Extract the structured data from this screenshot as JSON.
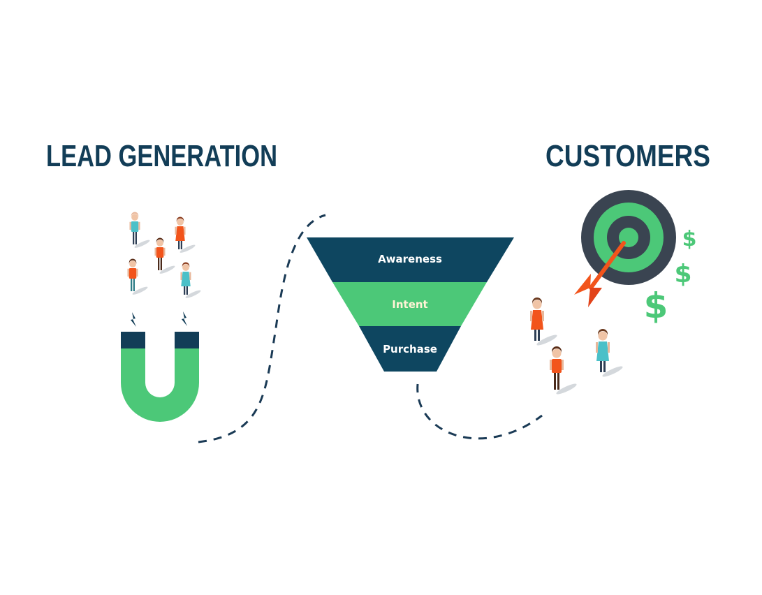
{
  "headings": {
    "left": "LEAD GENERATION",
    "right": "CUSTOMERS"
  },
  "funnel": {
    "stages": [
      {
        "label": "Awareness",
        "color": "#0e4660",
        "text_color": "#ffffff"
      },
      {
        "label": "Intent",
        "color": "#4cc878",
        "text_color": "#fff4d6"
      },
      {
        "label": "Purchase",
        "color": "#0e4660",
        "text_color": "#ffffff"
      }
    ]
  },
  "icons": {
    "magnet": "magnet-icon",
    "target": "target-icon",
    "dart": "dart-icon",
    "currency": "dollar-sign-icon",
    "person": "person-icon"
  },
  "currency_symbols": [
    "$",
    "$",
    "$"
  ],
  "colors": {
    "navy": "#123d57",
    "green": "#4cc878",
    "orange": "#f2541b",
    "teal": "#4bc0c8",
    "dark_slate": "#3a4451",
    "path": "#1a3a55"
  }
}
